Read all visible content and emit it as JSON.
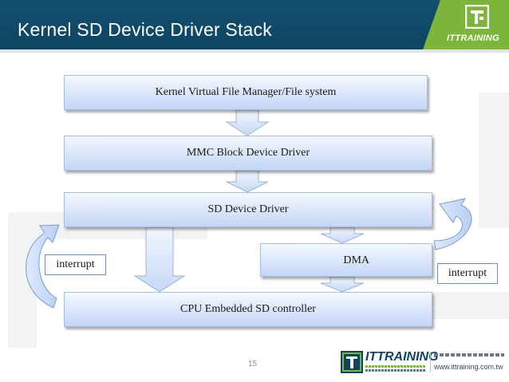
{
  "header": {
    "title": "Kernel SD Device Driver Stack",
    "logo_text": "ITTRAINING"
  },
  "diagram": {
    "layers": {
      "vfs": "Kernel Virtual File Manager/File system",
      "mmc": "MMC Block Device Driver",
      "sd": "SD Device Driver",
      "dma": "DMA",
      "controller": "CPU  Embedded SD controller"
    },
    "labels": {
      "interrupt_left": "interrupt",
      "interrupt_right": "interrupt"
    }
  },
  "footer": {
    "page_number": "15",
    "logo_name": "ITTRAINING",
    "url": "www.ittraining.com.tw"
  },
  "colors": {
    "header_bg": "#12506f",
    "brand_green": "#7cb53a",
    "box_light": "#f4f8ff",
    "box_dark": "#c3d6f6"
  }
}
